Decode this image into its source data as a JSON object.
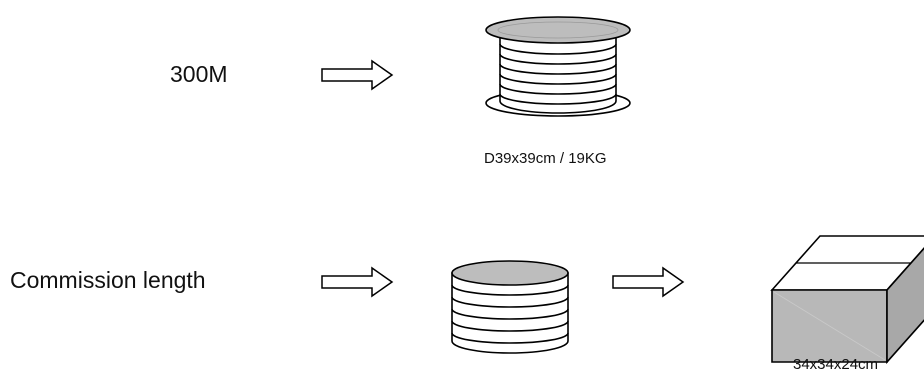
{
  "rows": [
    {
      "label": "300M",
      "spool_caption": "D39x39cm / 19KG"
    },
    {
      "label": "Commission length",
      "box_caption": "34x34x24cm"
    }
  ],
  "colors": {
    "stroke": "#000000",
    "top_fill": "#bdbdbd",
    "box_front": "#b8b8b8",
    "box_top": "#ffffff"
  },
  "icons": [
    "arrow-right-icon",
    "cable-spool-icon",
    "coil-stack-icon",
    "shipping-box-icon"
  ]
}
